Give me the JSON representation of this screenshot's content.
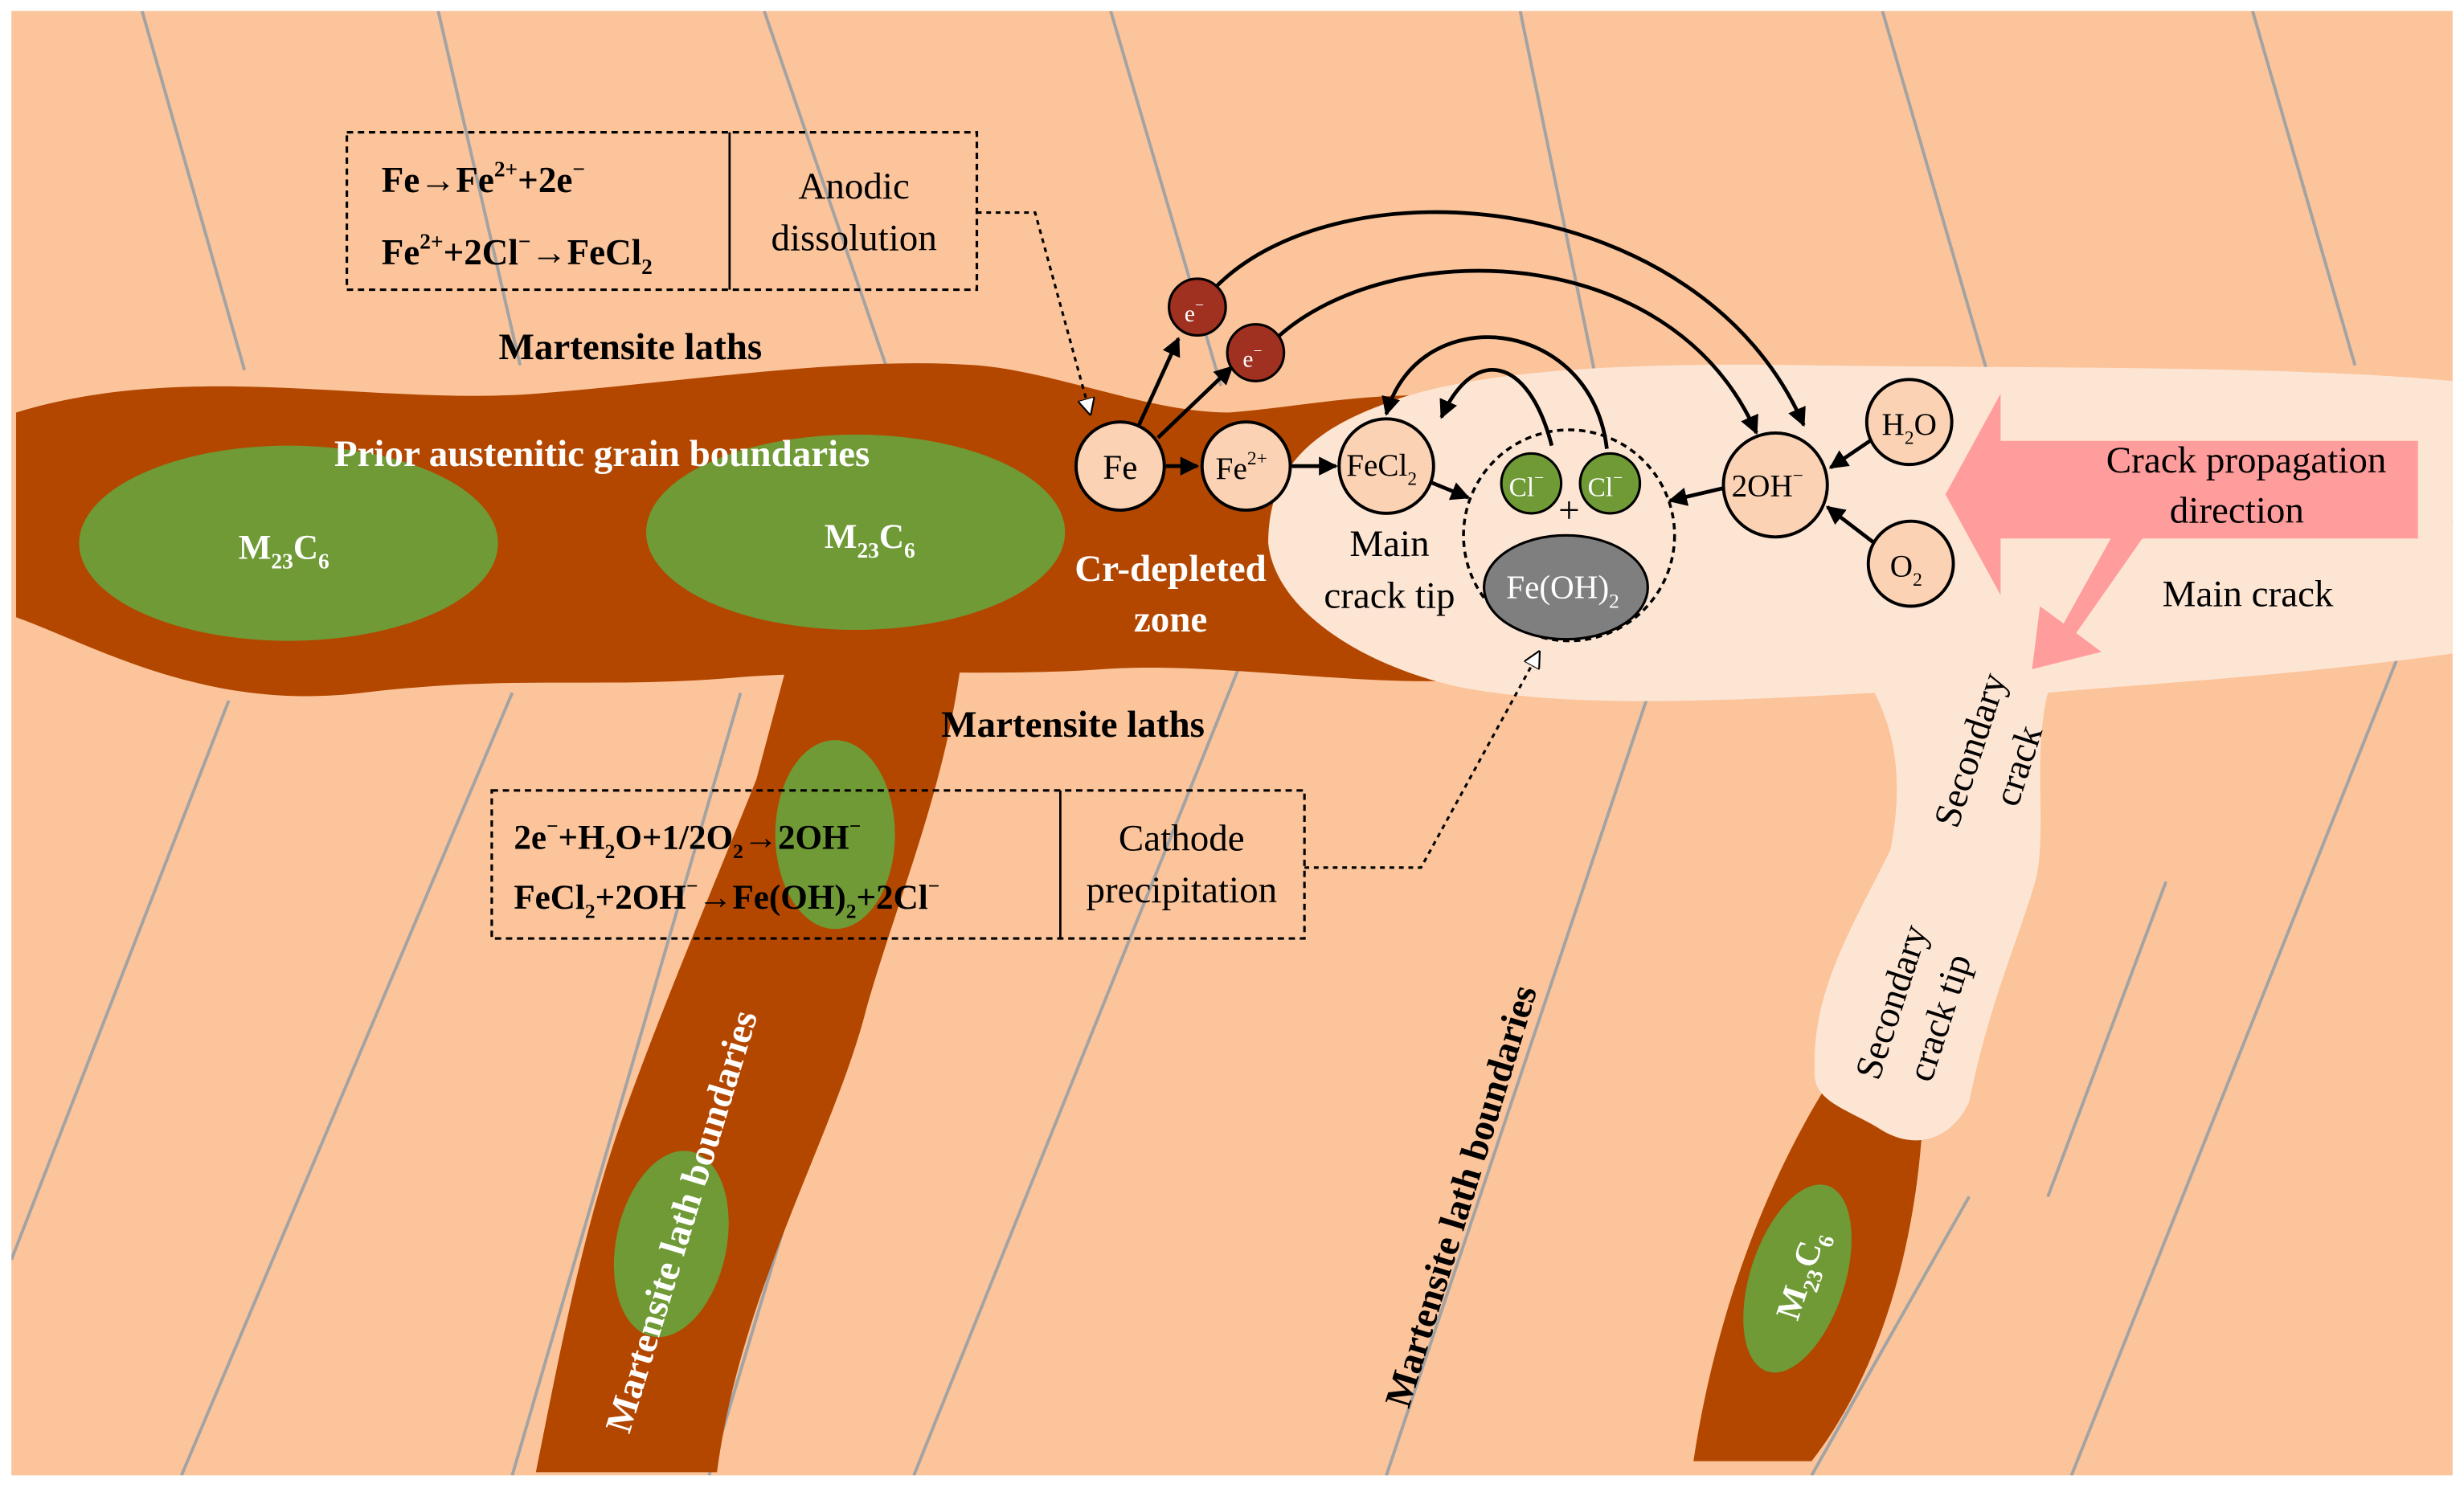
{
  "colors": {
    "background": "#FBC49B",
    "grain_boundary": "#B34700",
    "carbide": "#6F9A36",
    "crack": "#FDE5D4",
    "node_fill": "#FBD2B4",
    "electron": "#A03020",
    "chloride": "#6F9A36",
    "precipitate": "#7F7F7F",
    "arrow_pink": "#FF9C9C",
    "lath_line": "#A3A3A3"
  },
  "labels": {
    "martensite_laths_top": "Martensite laths",
    "martensite_laths_mid": "Martensite laths",
    "prior_austenitic": "Prior austenitic grain boundaries",
    "cr_depleted_1": "Cr-depleted",
    "cr_depleted_2": "zone",
    "main_crack_tip_1": "Main",
    "main_crack_tip_2": "crack tip",
    "main_crack": "Main crack",
    "crack_prop_1": "Crack propagation",
    "crack_prop_2": "direction",
    "secondary_crack_1": "Secondary",
    "secondary_crack_2": "crack",
    "secondary_tip_1": "Secondary",
    "secondary_tip_2": "crack tip",
    "lath_boundaries_left": "Martensite lath boundaries",
    "lath_boundaries_right": "Martensite lath boundaries"
  },
  "carbides": {
    "base": "M",
    "sub": "23",
    "base2": "C",
    "sub2": "6"
  },
  "anodic_box": {
    "eq1_a": "Fe",
    "eq1_b": "Fe",
    "eq1_b_sup": "2+",
    "eq1_c": "+2e",
    "eq1_c_sup": "−",
    "eq2_a": "Fe",
    "eq2_a_sup": "2+",
    "eq2_b": "+2Cl",
    "eq2_b_sup": "−",
    "eq2_c": "FeCl",
    "eq2_c_sub": "2",
    "label_1": "Anodic",
    "label_2": "dissolution"
  },
  "cathode_box": {
    "eq1_a": "2e",
    "eq1_a_sup": "−",
    "eq1_b": "+H",
    "eq1_b_sub": "2",
    "eq1_c": "O+1/2O",
    "eq1_c_sub": "2",
    "eq1_d": "2OH",
    "eq1_d_sup": "−",
    "eq2_a": "FeCl",
    "eq2_a_sub": "2",
    "eq2_b": "+2OH",
    "eq2_b_sup": "−",
    "eq2_c": "Fe(OH)",
    "eq2_c_sub": "2",
    "eq2_d": "+2Cl",
    "eq2_d_sup": "−",
    "label_1": "Cathode",
    "label_2": "precipitation"
  },
  "species": {
    "fe": "Fe",
    "fe2_base": "Fe",
    "fe2_sup": "2+",
    "fecl2_base": "FeCl",
    "fecl2_sub": "2",
    "cl_base": "Cl",
    "cl_sup": "−",
    "plus": "+",
    "feoh2_base": "Fe(OH)",
    "feoh2_sub": "2",
    "oh_base": "2OH",
    "oh_sup": "−",
    "h2o_a": "H",
    "h2o_sub": "2",
    "h2o_b": "O",
    "o2_base": "O",
    "o2_sub": "2",
    "e_base": "e",
    "e_sup": "−"
  }
}
